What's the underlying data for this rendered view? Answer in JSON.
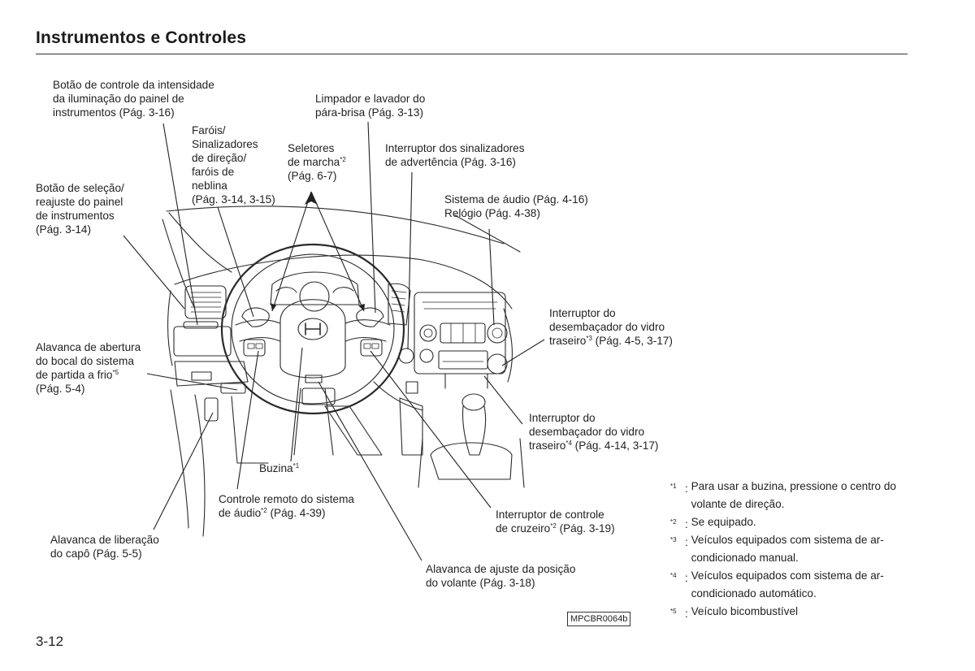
{
  "page": {
    "title": "Instrumentos e Controles",
    "page_number": "3-12",
    "figure_code": "MPCBR0064b"
  },
  "labels": {
    "illumination": [
      "Botão de controle da intensidade",
      "da iluminação do painel de",
      "instrumentos (Pág. 3-16)"
    ],
    "selector": [
      "Botão de seleção/",
      "reajuste do painel",
      "de instrumentos",
      "(Pág. 3-14)"
    ],
    "headlights": [
      "Faróis/",
      "Sinalizadores",
      "de direção/",
      "faróis de",
      "neblina",
      "(Pág. 3-14, 3-15)"
    ],
    "gear_selector": {
      "l1": "Seletores",
      "l2": "de marcha",
      "l2_mark": "*2",
      "l3": "(Pág. 6-7)"
    },
    "wiper": [
      "Limpador e lavador do",
      "pára-brisa (Pág. 3-13)"
    ],
    "hazard": [
      "Interruptor dos sinalizadores",
      "de advertência (Pág. 3-16)"
    ],
    "audio": [
      "Sistema de áudio (Pág. 4-16)",
      "Relógio (Pág. 4-38)"
    ],
    "defrost3": {
      "l1": "Interruptor do",
      "l2": "desembaçador do vidro",
      "l3a": "traseiro",
      "l3_mark": "*3",
      "l3b": " (Pág. 4-5, 3-17)"
    },
    "defrost4": {
      "l1": "Interruptor do",
      "l2": "desembaçador do vidro",
      "l3a": "traseiro",
      "l3_mark": "*4",
      "l3b": " (Pág. 4-14, 3-17)"
    },
    "fuel": {
      "l1": "Alavanca de abertura",
      "l2": "do bocal do sistema",
      "l3a": "de partida a frio",
      "l3_mark": "*5",
      "l4": "(Pág. 5-4)"
    },
    "horn": {
      "text": "Buzina",
      "mark": "*1"
    },
    "remote": {
      "l1": "Controle remoto do sistema",
      "l2a": "de áudio",
      "l2_mark": "*2",
      "l2b": " (Pág. 4-39)"
    },
    "cruise": {
      "l1": "Interruptor de controle",
      "l2a": "de cruzeiro",
      "l2_mark": "*2",
      "l2b": " (Pág. 3-19)"
    },
    "hood": [
      "Alavanca de liberação",
      "do capô (Pág. 5-5)"
    ],
    "steering_adjust": [
      "Alavanca de ajuste da posição",
      "do volante (Pág. 3-18)"
    ]
  },
  "footnotes": [
    {
      "mark": "*1",
      "text": "Para usar a buzina, pressione o centro do volante de direção."
    },
    {
      "mark": "*2",
      "text": "Se equipado."
    },
    {
      "mark": "*3",
      "text": "Veículos equipados com sistema de ar-condicionado manual."
    },
    {
      "mark": "*4",
      "text": "Veículos equipados com sistema de ar-condicionado automático."
    },
    {
      "mark": "*5",
      "text": "Veículo bicombustível"
    }
  ]
}
